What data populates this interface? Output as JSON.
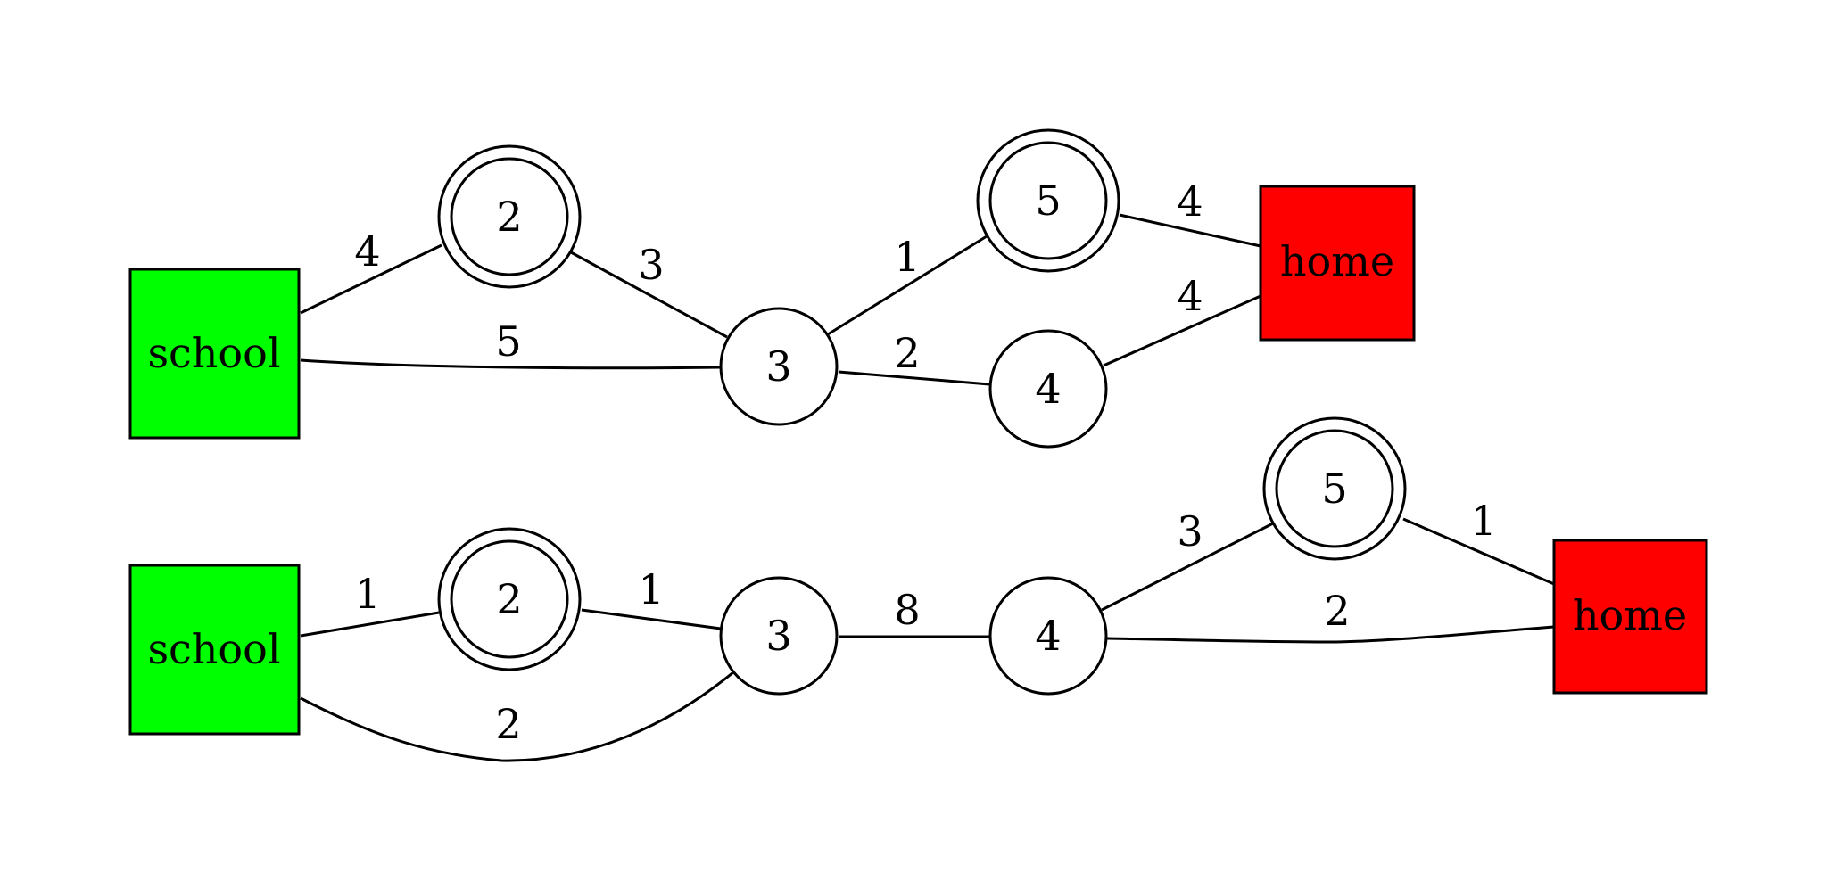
{
  "colors": {
    "start_fill": "#00ff00",
    "end_fill": "#ff0000",
    "node_fill": "#ffffff",
    "stroke": "#000000"
  },
  "graphs": [
    {
      "nodes": [
        {
          "id": "school",
          "label": "school",
          "shape": "box",
          "role": "start"
        },
        {
          "id": "n2",
          "label": "2",
          "shape": "doublecircle"
        },
        {
          "id": "n3",
          "label": "3",
          "shape": "circle"
        },
        {
          "id": "n5",
          "label": "5",
          "shape": "doublecircle"
        },
        {
          "id": "n4",
          "label": "4",
          "shape": "circle"
        },
        {
          "id": "home",
          "label": "home",
          "shape": "box",
          "role": "end"
        }
      ],
      "edges": [
        {
          "from": "school",
          "to": "n2",
          "weight": "4"
        },
        {
          "from": "school",
          "to": "n3",
          "weight": "5"
        },
        {
          "from": "n2",
          "to": "n3",
          "weight": "3"
        },
        {
          "from": "n3",
          "to": "n5",
          "weight": "1"
        },
        {
          "from": "n3",
          "to": "n4",
          "weight": "2"
        },
        {
          "from": "n5",
          "to": "home",
          "weight": "4"
        },
        {
          "from": "n4",
          "to": "home",
          "weight": "4"
        }
      ]
    },
    {
      "nodes": [
        {
          "id": "school",
          "label": "school",
          "shape": "box",
          "role": "start"
        },
        {
          "id": "n2",
          "label": "2",
          "shape": "doublecircle"
        },
        {
          "id": "n3",
          "label": "3",
          "shape": "circle"
        },
        {
          "id": "n4",
          "label": "4",
          "shape": "circle"
        },
        {
          "id": "n5",
          "label": "5",
          "shape": "doublecircle"
        },
        {
          "id": "home",
          "label": "home",
          "shape": "box",
          "role": "end"
        }
      ],
      "edges": [
        {
          "from": "school",
          "to": "n2",
          "weight": "1"
        },
        {
          "from": "school",
          "to": "n3",
          "weight": "2"
        },
        {
          "from": "n2",
          "to": "n3",
          "weight": "1"
        },
        {
          "from": "n3",
          "to": "n4",
          "weight": "8"
        },
        {
          "from": "n4",
          "to": "n5",
          "weight": "3"
        },
        {
          "from": "n4",
          "to": "home",
          "weight": "2"
        },
        {
          "from": "n5",
          "to": "home",
          "weight": "1"
        }
      ]
    }
  ]
}
